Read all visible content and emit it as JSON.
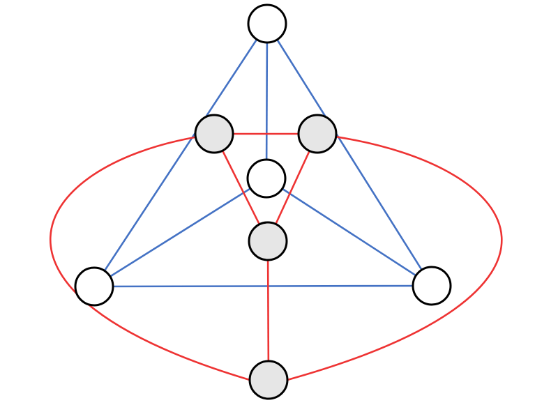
{
  "diagram": {
    "type": "graph",
    "colors": {
      "blue_edge": "#4472c4",
      "red_edge": "#ee3333",
      "white_node_fill": "#ffffff",
      "gray_node_fill": "#e6e6e6",
      "node_stroke": "#000000"
    },
    "nodes": [
      {
        "id": "top",
        "fill": "white"
      },
      {
        "id": "upper-left",
        "fill": "gray"
      },
      {
        "id": "upper-right",
        "fill": "gray"
      },
      {
        "id": "center",
        "fill": "white"
      },
      {
        "id": "middle",
        "fill": "gray"
      },
      {
        "id": "left",
        "fill": "white"
      },
      {
        "id": "right",
        "fill": "white"
      },
      {
        "id": "bottom",
        "fill": "gray"
      }
    ],
    "edges": [
      {
        "from": "top",
        "to": "left",
        "color": "blue"
      },
      {
        "from": "top",
        "to": "right",
        "color": "blue"
      },
      {
        "from": "top",
        "to": "center",
        "color": "blue"
      },
      {
        "from": "left",
        "to": "right",
        "color": "blue"
      },
      {
        "from": "center",
        "to": "left",
        "color": "blue"
      },
      {
        "from": "center",
        "to": "right",
        "color": "blue"
      },
      {
        "from": "upper-left",
        "to": "upper-right",
        "color": "red"
      },
      {
        "from": "upper-left",
        "to": "middle",
        "color": "red"
      },
      {
        "from": "upper-right",
        "to": "middle",
        "color": "red"
      },
      {
        "from": "middle",
        "to": "bottom",
        "color": "red"
      },
      {
        "from": "upper-left",
        "to": "bottom",
        "color": "red",
        "shape": "curve"
      },
      {
        "from": "upper-right",
        "to": "bottom",
        "color": "red",
        "shape": "curve"
      }
    ]
  }
}
